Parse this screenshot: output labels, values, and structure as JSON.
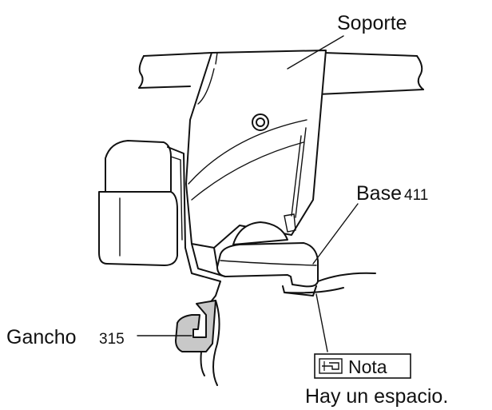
{
  "labels": {
    "soporte": "Soporte",
    "base_name": "Base",
    "base_num": "411",
    "gancho_name": "Gancho",
    "gancho_num": "315",
    "note_label": "Nota",
    "note_icon": "pointing-hand-icon",
    "note_text": "Hay un espacio."
  },
  "colors": {
    "line": "#111111",
    "hook_fill": "#c8c8c8"
  }
}
